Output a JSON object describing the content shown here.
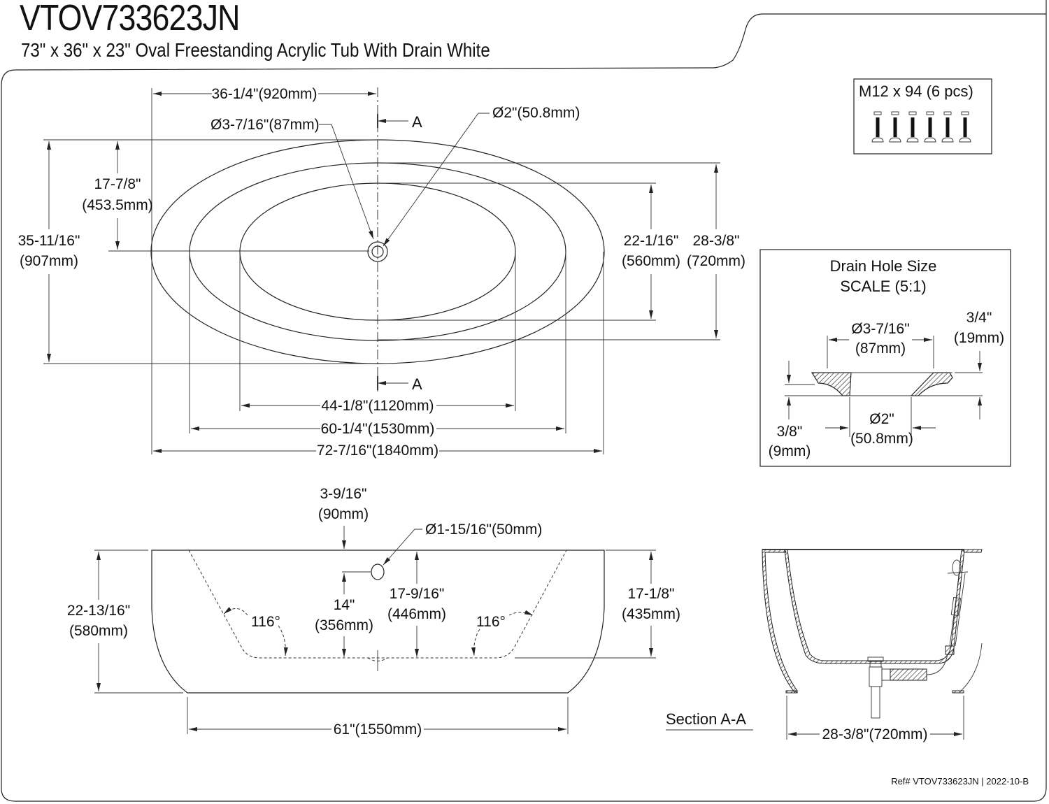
{
  "header": {
    "model": "VTOV733623JN",
    "description": "73\" x 36\" x 23\" Oval Freestanding Acrylic Tub With Drain White"
  },
  "top_view": {
    "center_to_end": "36-1/4\"(920mm)",
    "drain_outer": "Ø3-7/16\"(87mm)",
    "drain_inner": "Ø2\"(50.8mm)",
    "section_marker": "A",
    "half_width": {
      "in": "17-7/8\"",
      "mm": "(453.5mm)"
    },
    "overall_width": {
      "in": "35-11/16\"",
      "mm": "(907mm)"
    },
    "inner_width": {
      "in": "22-1/16\"",
      "mm": "(560mm)"
    },
    "rim_width": {
      "in": "28-3/8\"",
      "mm": "(720mm)"
    },
    "inner_length": "44-1/8\"(1120mm)",
    "rim_length": "60-1/4\"(1530mm)",
    "overall_length": "72-7/16\"(1840mm)"
  },
  "hardware": {
    "label": "M12 x 94 (6 pcs)",
    "count": 6,
    "icon": "leveling-bolt-icon"
  },
  "drain_detail": {
    "title": "Drain Hole Size",
    "scale": "SCALE (5:1)",
    "outer_dia": {
      "in": "Ø3-7/16\"",
      "mm": "(87mm)"
    },
    "inner_dia": {
      "in": "Ø2\"",
      "mm": "(50.8mm)"
    },
    "max_thickness": {
      "in": "3/4\"",
      "mm": "(19mm)"
    },
    "min_thickness": {
      "in": "3/8\"",
      "mm": "(9mm)"
    }
  },
  "side_view": {
    "overflow_offset": {
      "in": "3-9/16\"",
      "mm": "(90mm)"
    },
    "overflow_dia": "Ø1-15/16\"(50mm)",
    "overflow_height": {
      "in": "14\"",
      "mm": "(356mm)"
    },
    "interior_depth": {
      "in": "17-9/16\"",
      "mm": "(446mm)"
    },
    "water_depth": {
      "in": "17-1/8\"",
      "mm": "(435mm)"
    },
    "overall_height": {
      "in": "22-13/16\"",
      "mm": "(580mm)"
    },
    "angle_left": "116°",
    "angle_right": "116°",
    "base_length": "61\"(1550mm)"
  },
  "section_view": {
    "title": "Section A-A",
    "base_width": "28-3/8\"(720mm)"
  },
  "footer": {
    "reference": "Ref# VTOV733623JN | 2022-10-B"
  }
}
